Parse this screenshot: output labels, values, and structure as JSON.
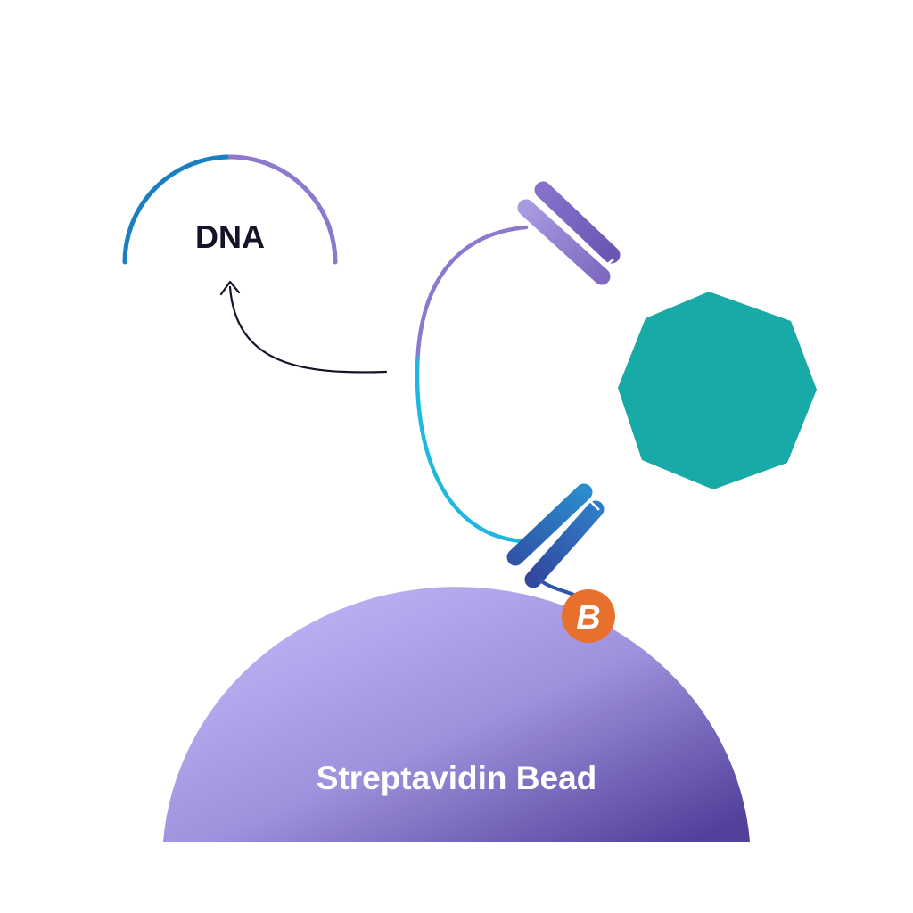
{
  "labels": {
    "dna": "DNA",
    "bead": "Streptavidin Bead",
    "biotin": "B"
  },
  "colors": {
    "background": "#ffffff",
    "bead_light": "#b9aef2",
    "bead_dark": "#52409b",
    "antigen": "#17aaa7",
    "biotin": "#e8702d",
    "dna_purple": "#8c78cc",
    "dna_blue": "#1a7fc0",
    "linker_cyan": "#1fb8e0",
    "antibody_purple_light": "#a393dc",
    "antibody_purple_dark": "#6a55b4",
    "antibody_blue_light": "#20b6e0",
    "antibody_blue_dark": "#2e5aa8",
    "arrow": "#141328"
  },
  "icons": {
    "arrow": "curved-arrow-icon",
    "biotin": "biotin-badge-icon",
    "antigen": "octagon-shape"
  }
}
